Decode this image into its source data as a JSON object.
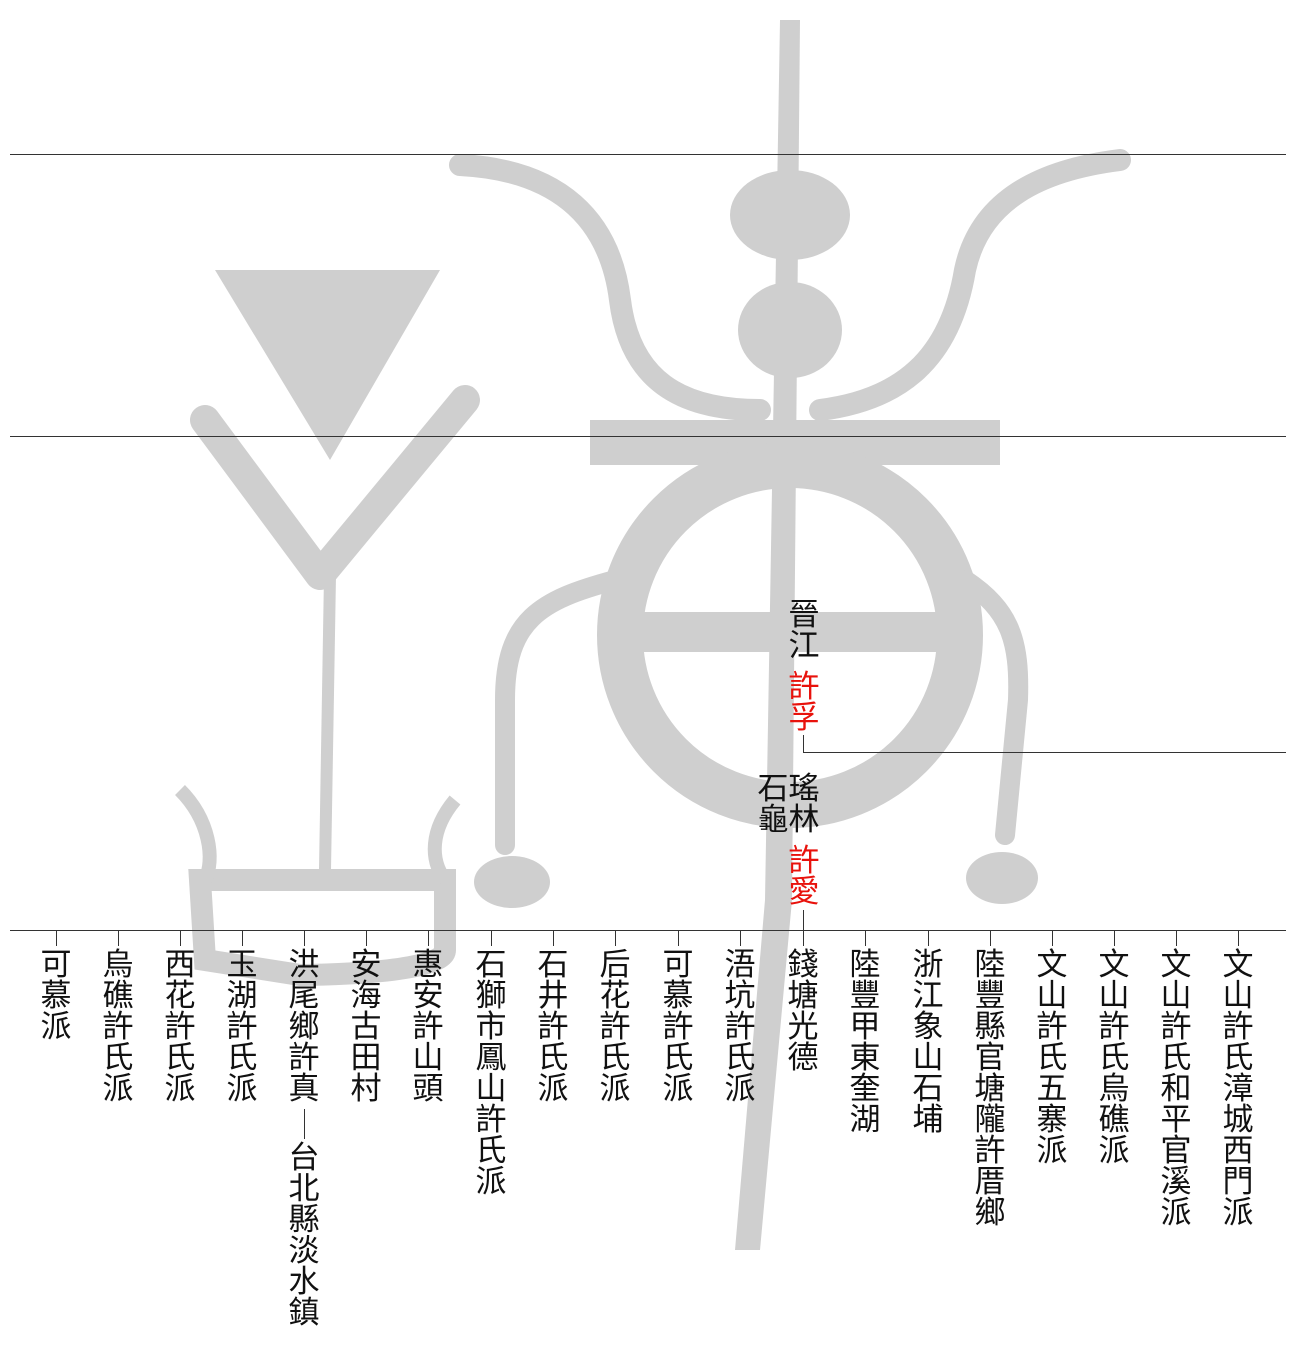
{
  "colors": {
    "text": "#111111",
    "highlight": "#e8120c",
    "line": "#333333",
    "watermark": "#cfcfcf"
  },
  "watermark": {
    "icon": "xu-clan-totem-watermark"
  },
  "ancestor": {
    "place": "晉江",
    "name": "許孚"
  },
  "son": {
    "place": "瑤林",
    "name": "許愛",
    "side_label": "石龜"
  },
  "branches": [
    {
      "label": "可慕派"
    },
    {
      "label": "烏礁許氏派"
    },
    {
      "label": "西花許氏派"
    },
    {
      "label": "玉湖許氏派"
    },
    {
      "label": "洪尾鄉許真",
      "continuation": "台北縣淡水鎮"
    },
    {
      "label": "安海古田村"
    },
    {
      "label": "惠安許山頭"
    },
    {
      "label": "石獅市鳳山許氏派"
    },
    {
      "label": "石井許氏派"
    },
    {
      "label": "后花許氏派"
    },
    {
      "label": "可慕許氏派"
    },
    {
      "label": "浯坑許氏派"
    },
    {
      "label": "錢塘光德"
    },
    {
      "label": "陸豐甲東奎湖"
    },
    {
      "label": "浙江象山石埔"
    },
    {
      "label": "陸豐縣官塘隴許厝鄉"
    },
    {
      "label": "文山許氏五寨派"
    },
    {
      "label": "文山許氏烏礁派"
    },
    {
      "label": "文山許氏和平官溪派"
    },
    {
      "label": "文山許氏漳城西門派"
    }
  ]
}
